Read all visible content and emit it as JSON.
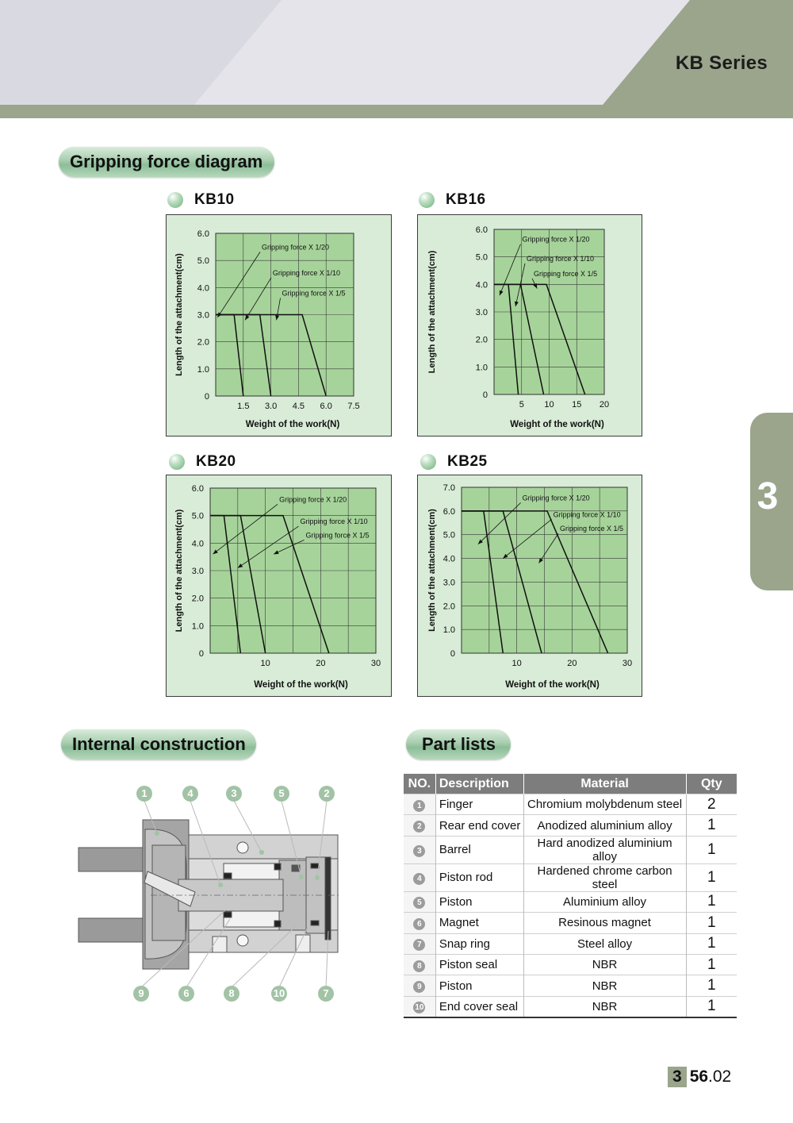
{
  "header": {
    "series": "KB Series",
    "chapter_tab": "3"
  },
  "sections": {
    "gripping": "Gripping force diagram",
    "internal": "Internal construction",
    "parts": "Part lists"
  },
  "chart_data": [
    {
      "id": "kb10",
      "type": "line",
      "title": "KB10",
      "xlabel": "Weight of the work(N)",
      "ylabel": "Length of the attachment(cm)",
      "xlim": [
        0,
        7.5
      ],
      "ylim": [
        0,
        6
      ],
      "xticks": [
        "1.5",
        "3.0",
        "4.5",
        "6.0",
        "7.5"
      ],
      "xtick_values": [
        1.5,
        3.0,
        4.5,
        6.0,
        7.5
      ],
      "yticks": [
        "0",
        "1.0",
        "2.0",
        "3.0",
        "4.0",
        "5.0",
        "6.0"
      ],
      "ytick_values": [
        0,
        1,
        2,
        3,
        4,
        5,
        6
      ],
      "xgrid": [
        1.5,
        3.0,
        4.5,
        6.0
      ],
      "ygrid": [
        1,
        2,
        3,
        4,
        5
      ],
      "plateau": 3.0,
      "series": [
        {
          "name": "Gripping force X 1/20",
          "x": [
            0,
            1.0,
            1.5
          ],
          "y": [
            3.0,
            3.0,
            0
          ]
        },
        {
          "name": "Gripping force X 1/10",
          "x": [
            0,
            2.4,
            3.0
          ],
          "y": [
            3.0,
            3.0,
            0
          ]
        },
        {
          "name": "Gripping force X 1/5",
          "x": [
            0,
            4.7,
            6.0
          ],
          "y": [
            3.0,
            3.0,
            0
          ]
        }
      ],
      "annotations": [
        {
          "text": "Gripping force X 1/20",
          "x": 2.5,
          "y": 5.4,
          "tx": 0.1,
          "ty": 2.9
        },
        {
          "text": "Gripping force X 1/10",
          "x": 3.1,
          "y": 4.45,
          "tx": 1.6,
          "ty": 2.8
        },
        {
          "text": "Gripping force X 1/5",
          "x": 3.6,
          "y": 3.7,
          "tx": 3.3,
          "ty": 2.8
        }
      ]
    },
    {
      "id": "kb16",
      "type": "line",
      "title": "KB16",
      "xlabel": "Weight of the work(N)",
      "ylabel": "Length of the attachment(cm)",
      "xlim": [
        0,
        20
      ],
      "ylim": [
        0,
        6
      ],
      "xticks": [
        "5",
        "10",
        "15",
        "20"
      ],
      "xtick_values": [
        5,
        10,
        15,
        20
      ],
      "yticks": [
        "0",
        "1.0",
        "2.0",
        "3.0",
        "4.0",
        "5.0",
        "6.0"
      ],
      "ytick_values": [
        0,
        1,
        2,
        3,
        4,
        5,
        6
      ],
      "xgrid": [
        5,
        10,
        15
      ],
      "ygrid": [
        1,
        2,
        3,
        4,
        5
      ],
      "plateau": 4.0,
      "series": [
        {
          "name": "Gripping force X 1/20",
          "x": [
            0,
            2.6,
            4.4
          ],
          "y": [
            4.0,
            4.0,
            0
          ]
        },
        {
          "name": "Gripping force X 1/10",
          "x": [
            0,
            4.8,
            9.0
          ],
          "y": [
            4.0,
            4.0,
            0
          ]
        },
        {
          "name": "Gripping force X 1/5",
          "x": [
            0,
            9.5,
            16.5
          ],
          "y": [
            4.0,
            4.0,
            0
          ]
        }
      ],
      "annotations": [
        {
          "text": "Gripping force X 1/20",
          "x": 5.1,
          "y": 5.55,
          "tx": 1.0,
          "ty": 3.6
        },
        {
          "text": "Gripping force X 1/10",
          "x": 5.9,
          "y": 4.85,
          "tx": 3.9,
          "ty": 3.2
        },
        {
          "text": "Gripping force X 1/5",
          "x": 7.2,
          "y": 4.3,
          "tx": 7.8,
          "ty": 3.85
        }
      ]
    },
    {
      "id": "kb20",
      "type": "line",
      "title": "KB20",
      "xlabel": "Weight of the work(N)",
      "ylabel": "Length of the attachment(cm)",
      "xlim": [
        0,
        30
      ],
      "ylim": [
        0,
        6
      ],
      "xticks": [
        "10",
        "20",
        "30"
      ],
      "xtick_values": [
        10,
        20,
        30
      ],
      "yticks": [
        "0",
        "1.0",
        "2.0",
        "3.0",
        "4.0",
        "5.0",
        "6.0"
      ],
      "ytick_values": [
        0,
        1,
        2,
        3,
        4,
        5,
        6
      ],
      "xgrid": [
        5,
        10,
        15,
        20,
        25
      ],
      "ygrid": [
        1,
        2,
        3,
        4,
        5
      ],
      "plateau": 5.0,
      "series": [
        {
          "name": "Gripping force X 1/20",
          "x": [
            0,
            2.5,
            5.5
          ],
          "y": [
            5.0,
            5.0,
            0
          ]
        },
        {
          "name": "Gripping force X 1/10",
          "x": [
            0,
            5.5,
            10.0
          ],
          "y": [
            5.0,
            5.0,
            0
          ]
        },
        {
          "name": "Gripping force X 1/5",
          "x": [
            0,
            13.2,
            21.5
          ],
          "y": [
            5.0,
            5.0,
            0
          ]
        }
      ],
      "annotations": [
        {
          "text": "Gripping force X 1/20",
          "x": 12.5,
          "y": 5.5,
          "tx": 0.5,
          "ty": 3.6
        },
        {
          "text": "Gripping force X 1/10",
          "x": 16.3,
          "y": 4.7,
          "tx": 5.0,
          "ty": 3.1
        },
        {
          "text": "Gripping force X 1/5",
          "x": 17.3,
          "y": 4.2,
          "tx": 11.5,
          "ty": 3.6
        }
      ]
    },
    {
      "id": "kb25",
      "type": "line",
      "title": "KB25",
      "xlabel": "Weight of the work(N)",
      "ylabel": "Length of the attachment(cm)",
      "xlim": [
        0,
        30
      ],
      "ylim": [
        0,
        7
      ],
      "xticks": [
        "10",
        "20",
        "30"
      ],
      "xtick_values": [
        10,
        20,
        30
      ],
      "yticks": [
        "0",
        "1.0",
        "2.0",
        "3.0",
        "4.0",
        "5.0",
        "6.0",
        "7.0"
      ],
      "ytick_values": [
        0,
        1,
        2,
        3,
        4,
        5,
        6,
        7
      ],
      "xgrid": [
        5,
        10,
        15,
        20,
        25
      ],
      "ygrid": [
        1,
        2,
        3,
        4,
        5,
        6
      ],
      "plateau": 6.0,
      "series": [
        {
          "name": "Gripping force X 1/20",
          "x": [
            0,
            4.0,
            7.5
          ],
          "y": [
            6.0,
            6.0,
            0
          ]
        },
        {
          "name": "Gripping force X 1/10",
          "x": [
            0,
            7.5,
            14.5
          ],
          "y": [
            6.0,
            6.0,
            0
          ]
        },
        {
          "name": "Gripping force X 1/5",
          "x": [
            0,
            15.5,
            26.5
          ],
          "y": [
            6.0,
            6.0,
            0
          ]
        }
      ],
      "annotations": [
        {
          "text": "Gripping force X 1/20",
          "x": 11.0,
          "y": 6.45,
          "tx": 3.0,
          "ty": 4.6
        },
        {
          "text": "Gripping force X 1/10",
          "x": 16.6,
          "y": 5.75,
          "tx": 7.5,
          "ty": 4.0
        },
        {
          "text": "Gripping force X 1/5",
          "x": 17.8,
          "y": 5.15,
          "tx": 14.0,
          "ty": 3.8
        }
      ]
    }
  ],
  "callouts": {
    "top": [
      "1",
      "4",
      "3",
      "5",
      "2"
    ],
    "bottom": [
      "9",
      "6",
      "8",
      "10",
      "7"
    ]
  },
  "parts_table": {
    "headers": [
      "NO.",
      "Description",
      "Material",
      "Qty"
    ],
    "rows": [
      {
        "no": "1",
        "desc": "Finger",
        "mat": "Chromium molybdenum steel",
        "qty": "2"
      },
      {
        "no": "2",
        "desc": "Rear end cover",
        "mat": "Anodized aluminium alloy",
        "qty": "1"
      },
      {
        "no": "3",
        "desc": "Barrel",
        "mat": "Hard anodized aluminium alloy",
        "qty": "1"
      },
      {
        "no": "4",
        "desc": "Piston rod",
        "mat": "Hardened chrome carbon steel",
        "qty": "1"
      },
      {
        "no": "5",
        "desc": "Piston",
        "mat": "Aluminium alloy",
        "qty": "1"
      },
      {
        "no": "6",
        "desc": "Magnet",
        "mat": "Resinous magnet",
        "qty": "1"
      },
      {
        "no": "7",
        "desc": "Snap ring",
        "mat": "Steel alloy",
        "qty": "1"
      },
      {
        "no": "8",
        "desc": "Piston seal",
        "mat": "NBR",
        "qty": "1"
      },
      {
        "no": "9",
        "desc": "Piston",
        "mat": "NBR",
        "qty": "1"
      },
      {
        "no": "10",
        "desc": "End cover seal",
        "mat": "NBR",
        "qty": "1"
      }
    ]
  },
  "footer": {
    "chapter": "3",
    "page_bold": "56",
    "page_rest": ".02"
  },
  "colors": {
    "header_band": "#9aa58c",
    "header_gray": "#e3e3e9",
    "plot_bg": "#a6d39a",
    "panel_bg": "#d8ecd7",
    "pill": "#a7cdae"
  }
}
